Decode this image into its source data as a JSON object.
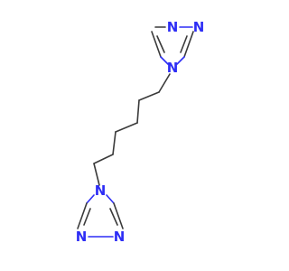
{
  "molecule": {
    "atoms": {
      "n_top_left": "N",
      "n_top_right": "N",
      "n_top_ring": "N",
      "n_bottom_ring": "N",
      "n_bottom_left": "N",
      "n_bottom_right": "N"
    },
    "colors": {
      "bond": "#3a3a3a",
      "nitrogen": "#2d2df5"
    }
  }
}
